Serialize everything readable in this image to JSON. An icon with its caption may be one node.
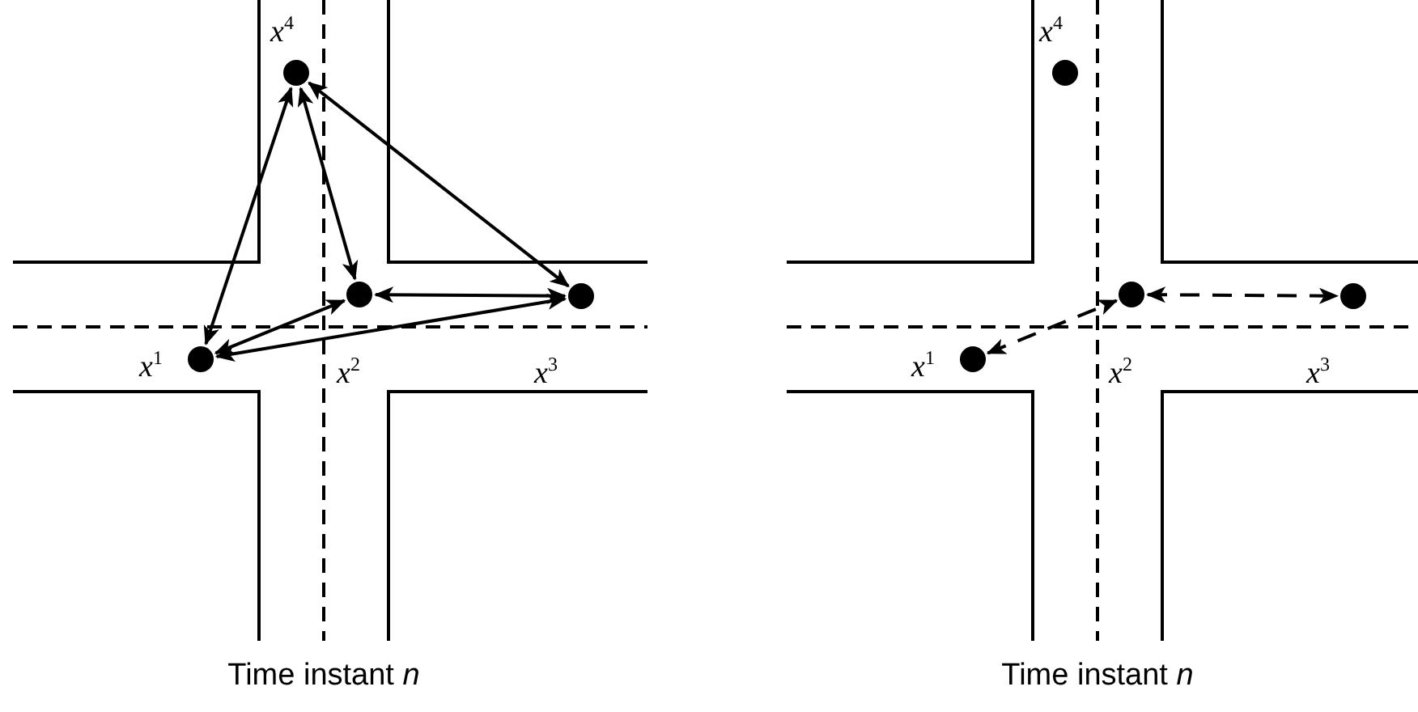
{
  "diagram": {
    "nodes": [
      {
        "text": [],
        "shape": "circle",
        "beside": [
          "x$^{4}$"
        ]
      },
      {
        "text": [],
        "shape": "circle",
        "beside": [
          "x$^{2}$"
        ]
      },
      {
        "text": [],
        "shape": "circle",
        "beside": [
          "x$^{3}$"
        ]
      },
      {
        "text": [],
        "shape": "circle",
        "beside": [
          "x$^{1}$"
        ]
      },
      {
        "text": [],
        "shape": "circle",
        "beside": [
          "x$^{4}$"
        ]
      },
      {
        "text": [],
        "shape": "circle",
        "beside": [
          "x$^{2}$"
        ]
      },
      {
        "text": [],
        "shape": "circle",
        "beside": [
          "x$^{3}$"
        ]
      },
      {
        "text": [],
        "shape": "circle",
        "beside": [
          "x$^{1}$"
        ]
      }
    ],
    "edges": [
      {
        "from": 3,
        "to": 0,
        "arrow": "both"
      },
      {
        "from": 3,
        "to": 1,
        "arrow": "both"
      },
      {
        "from": 3,
        "to": 2,
        "arrow": "both"
      },
      {
        "from": 1,
        "to": 2,
        "arrow": "both"
      },
      {
        "from": 1,
        "to": 0,
        "arrow": "both"
      },
      {
        "from": 2,
        "to": 0,
        "arrow": "both"
      },
      {
        "from": 7,
        "to": 5,
        "arrow": "both",
        "style": "dashed"
      },
      {
        "from": 5,
        "to": 6,
        "arrow": "both",
        "style": "dashed"
      }
    ],
    "labels": [
      "Time instant *n*",
      "Time instant *n*"
    ]
  }
}
